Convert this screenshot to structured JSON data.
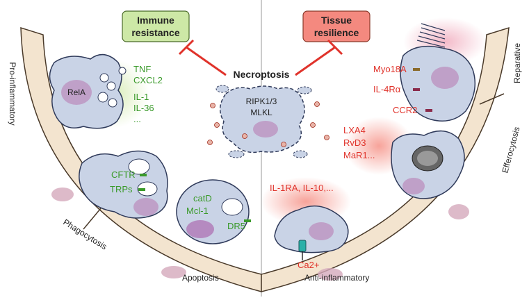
{
  "colors": {
    "green": "#3a9a2a",
    "red": "#e0332b",
    "cell_fill": "#c9d3e6",
    "cell_stroke": "#2f3a5a",
    "nucleus": "#bfa0c8",
    "tissue": "#f3e4cf",
    "immune_box": "#cde8a6",
    "resilience_box": "#f4897f"
  },
  "center": {
    "title": "Necroptosis",
    "line1": "RIPK1/3",
    "line2": "MLKL"
  },
  "boxes": {
    "immune": [
      "Immune",
      "resistance"
    ],
    "resilience": [
      "Tissue",
      "resilience"
    ]
  },
  "left": {
    "cell1_nucleus": "RelA",
    "cytokines": [
      "TNF",
      "CXCL2",
      "IL-1",
      "IL-36",
      "..."
    ],
    "channels": [
      "CFTR",
      "TRPs"
    ],
    "apoptotic": [
      "catD",
      "Mcl-1",
      "DR5"
    ]
  },
  "right": {
    "receptors": [
      "Myo18A",
      "IL-4Rα",
      "CCR2"
    ],
    "mediators": [
      "LXA4",
      "RvD3",
      "MaR1..."
    ],
    "anti": "IL-1RA, IL-10,...",
    "calcium": "Ca2+"
  },
  "side_labels": {
    "pro_inflammatory": "Pro-inflammatory",
    "phagocytosis": "Phagocytosis",
    "apoptosis": "Apoptosis",
    "anti_inflammatory": "Anti-inflammatory",
    "efferocytosis": "Efferocytosis",
    "reparative": "Reparative"
  }
}
